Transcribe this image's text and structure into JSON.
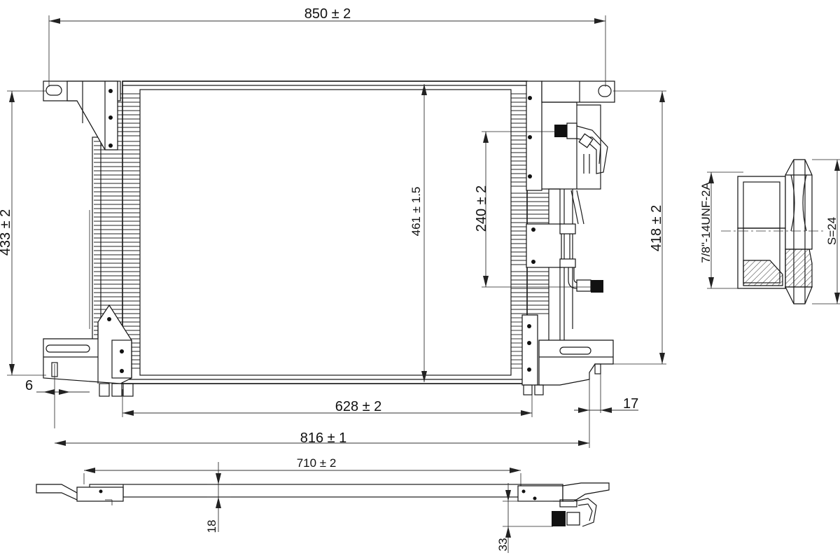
{
  "drawing": {
    "dim_width_overall": "850 ± 2",
    "dim_height_left": "433 ± 2",
    "dim_core_height": "461 ± 1.5",
    "dim_port_spacing": "240 ± 2",
    "dim_height_right": "418 ± 2",
    "dim_mount_offset": "6",
    "dim_core_width": "628 ± 2",
    "dim_right_offset": "17",
    "dim_mount_span": "816 ± 1",
    "dim_plan_length": "710 ± 2",
    "dim_core_depth": "18",
    "dim_fitting_depth": "33",
    "fitting_thread": "7/8\"-14UNF-2A",
    "fitting_hex": "S=24"
  }
}
